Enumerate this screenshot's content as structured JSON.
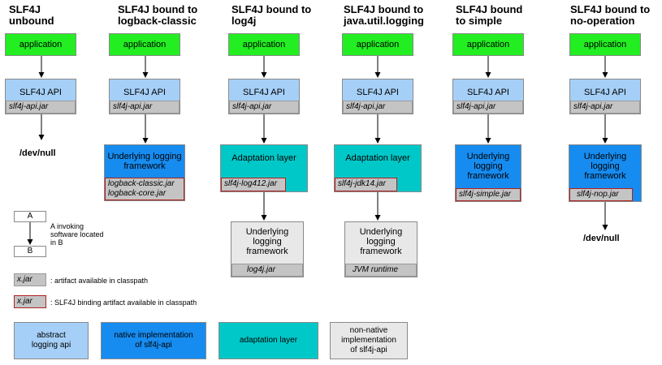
{
  "columns": [
    {
      "title": [
        "SLF4J",
        "unbound"
      ],
      "application": "application",
      "api": "SLF4J API",
      "api_jar": "slf4j-api.jar",
      "result": "/dev/null"
    },
    {
      "title": [
        "SLF4J bound to",
        "logback-classic"
      ],
      "application": "application",
      "api": "SLF4J API",
      "api_jar": "slf4j-api.jar",
      "framework": [
        "Underlying logging",
        "framework"
      ],
      "jars": [
        "logback-classic.jar",
        "logback-core.jar"
      ]
    },
    {
      "title": [
        "SLF4J bound to",
        "log4j"
      ],
      "application": "application",
      "api": "SLF4J API",
      "api_jar": "slf4j-api.jar",
      "adaptation": "Adaptation layer",
      "binding_jar": "slf4j-log412.jar",
      "framework": [
        "Underlying",
        "logging",
        "framework"
      ],
      "framework_jar": "log4j.jar"
    },
    {
      "title": [
        "SLF4J bound to",
        "java.util.logging"
      ],
      "application": "application",
      "api": "SLF4J API",
      "api_jar": "slf4j-api.jar",
      "adaptation": "Adaptation layer",
      "binding_jar": "slf4j-jdk14.jar",
      "framework": [
        "Underlying",
        "logging",
        "framework"
      ],
      "framework_jar": "JVM runtime"
    },
    {
      "title": [
        "SLF4J bound",
        "to simple"
      ],
      "application": "application",
      "api": "SLF4J API",
      "api_jar": "slf4j-api.jar",
      "framework": [
        "Underlying",
        "logging",
        "framework"
      ],
      "binding_jar": "slf4j-simple.jar"
    },
    {
      "title": [
        "SLF4J bound to",
        "no-operation"
      ],
      "application": "application",
      "api": "SLF4J API",
      "api_jar": "slf4j-api.jar",
      "framework": [
        "Underlying",
        "logging",
        "framework"
      ],
      "binding_jar": "slf4j-nop.jar",
      "result": "/dev/null"
    }
  ],
  "legend": {
    "a": "A",
    "b": "B",
    "invoke": [
      "A invoking",
      "software located",
      "in B"
    ],
    "jar_sample": "x.jar",
    "jar_text": ": artifact available in classpath",
    "binding_sample": "x.jar",
    "binding_text": ": SLF4J binding artifact available in classpath",
    "abstract": [
      "abstract",
      "logging api"
    ],
    "native": [
      "native implementation",
      "of slf4j-api"
    ],
    "adaptation": "adaptation layer",
    "nonnative": [
      "non-native",
      "implementation",
      "of slf4j-api"
    ]
  },
  "colors": {
    "application": "#22ee22",
    "api": "#a5cff7",
    "native": "#168cf0",
    "adaptation": "#00c8c8",
    "nonnative": "#e8e8e8",
    "jar": "#c4c4c4",
    "binding_border": "#b02020"
  }
}
